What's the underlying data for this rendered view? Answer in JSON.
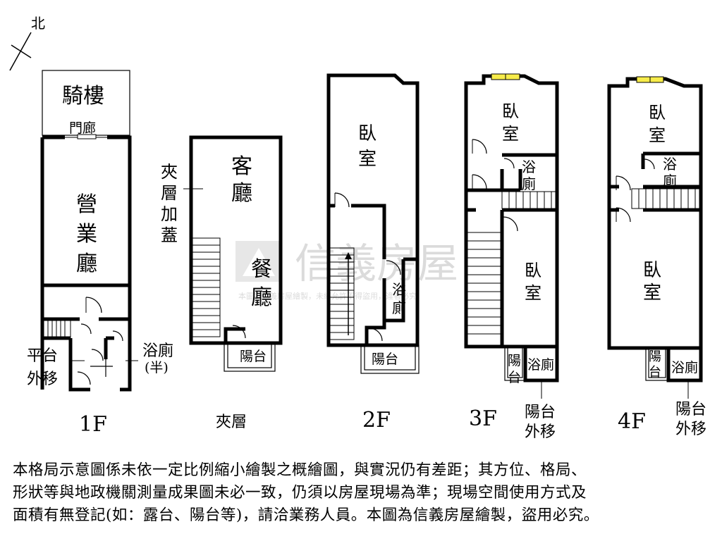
{
  "compass": {
    "north_label": "北"
  },
  "floors": {
    "f1": {
      "label": "1F",
      "rooms": {
        "arcade": "騎樓",
        "porch": "門廊",
        "business_hall": "營業廳",
        "bath": "浴廁",
        "bath_note": "(半)",
        "platform": "平台",
        "moved_out": "外移"
      }
    },
    "mezz": {
      "label": "夾層",
      "rooms": {
        "note": "夾層加蓋",
        "living": "客廳",
        "dining": "餐廳",
        "balcony": "陽台"
      }
    },
    "f2": {
      "label": "2F",
      "rooms": {
        "bedroom": "臥室",
        "bath": "浴廁",
        "balcony": "陽台"
      }
    },
    "f3": {
      "label": "3F",
      "rooms": {
        "bedroom1": "臥室",
        "bath1": "浴廁",
        "bedroom2": "臥室",
        "balcony": "陽台",
        "bath2": "浴廁",
        "balcony_moved": "陽台外移"
      }
    },
    "f4": {
      "label": "4F",
      "rooms": {
        "bedroom1": "臥室",
        "bath1": "浴廁",
        "bedroom2": "臥室",
        "balcony": "陽台",
        "bath2": "浴廁",
        "balcony_moved": "陽台外移"
      }
    }
  },
  "watermark": {
    "brand": "信義房屋",
    "notice": "本圖為信義房屋繪製，未經允許不得盜用，違者必究"
  },
  "disclaimer": [
    "本格局示意圖係未依一定比例縮小繪製之概繪圖，與實況仍有差距；其方位、格局、",
    "形狀等與地政機關測量成果圖未必一致，仍須以房屋現場為準；現場空間使用方式及",
    "面積有無登記(如：露台、陽台等)，請洽業務人員。本圖為信義房屋繪製，盜用必究。"
  ]
}
